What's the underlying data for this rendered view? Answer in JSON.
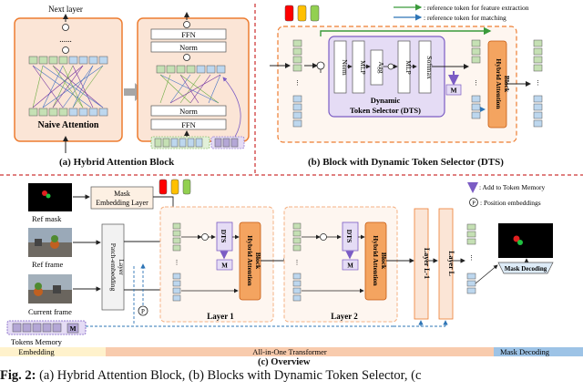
{
  "hybrid_block": {
    "next_layer": "Next layer",
    "dots": "......",
    "naive_attention": "Naive Attention",
    "ffn": "FFN",
    "norm1": "Norm",
    "norm2": "Norm",
    "ffn2": "FFN",
    "caption": "(a) Hybrid Attention Block"
  },
  "dts_block": {
    "legend_feature": ": reference token for feature extraction",
    "legend_matching": ": reference token for matching",
    "norm": "Norm",
    "mlp1": "MLP",
    "agg": "Agg",
    "mlp2": "MLP",
    "softmax": "Softmax",
    "dts_title_line1": "Dynamic",
    "dts_title_line2": "Token Selector (DTS)",
    "hab_line1": "Hybrid Attention",
    "hab_line2": "Block",
    "m_label": "M",
    "caption": "(b) Block with Dynamic Token Selector (DTS)"
  },
  "overview": {
    "ref_mask": "Ref mask",
    "ref_frame": "Ref frame",
    "current_frame": "Current frame",
    "tokens_memory": "Tokens Memory",
    "mask_embedding_line1": "Mask",
    "mask_embedding_line2": "Embedding Layer",
    "patch_embedding_line1": "Patch-embedding",
    "patch_embedding_line2": "Layer",
    "legend_add": ": Add to Token Memory",
    "legend_pos": ": Position embeddings",
    "p_symbol": "P",
    "dts": "DTS",
    "m_label": "M",
    "hab_line1": "Hybrid Attention",
    "hab_line2": "Block",
    "layer1": "Layer 1",
    "layer2": "Layer 2",
    "layer_l_minus_1": "Layer L-1",
    "layer_l": "Layer L",
    "mask_decoding_box": "Mask Decoding",
    "band_embedding": "Embedding",
    "band_transformer": "All-in-One Transformer",
    "band_mask_decoding": "Mask Decoding",
    "caption": "(c) Overview"
  },
  "figure_caption": {
    "label": "Fig. 2:",
    "text": " (a) Hybrid Attention Block, (b) Blocks with Dynamic Token Selector, (c"
  },
  "colors": {
    "orange_fill": "#fbe5d6",
    "orange_border": "#ed7d31",
    "purple_fill": "#e5dcf5",
    "purple_border": "#7b5cc4",
    "token_green": "#c5e0b4",
    "token_blue": "#bdd7ee",
    "hab_orange": "#f4a460",
    "band_yellow": "#fff2cc",
    "band_orange": "#f8cbad",
    "band_blue": "#9dc3e6"
  }
}
